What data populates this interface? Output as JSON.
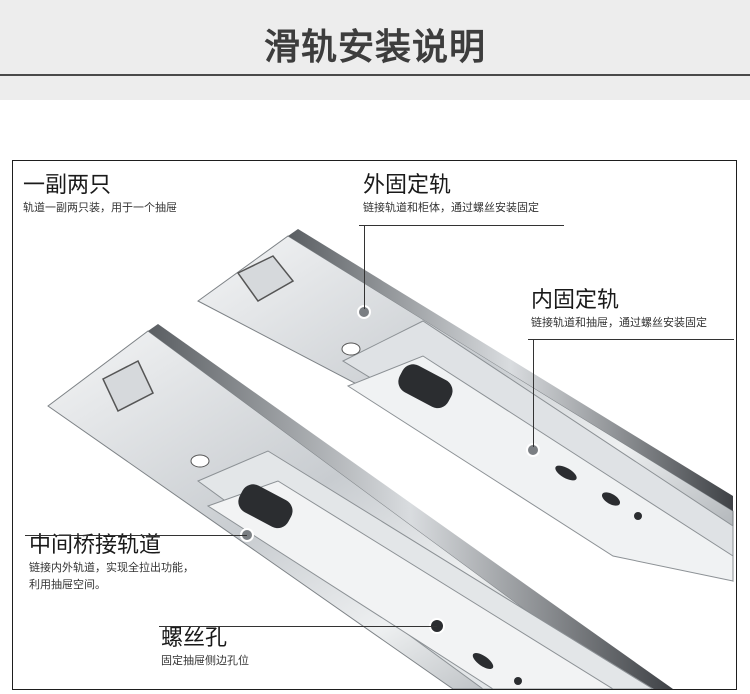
{
  "header": {
    "title": "滑轨安装说明"
  },
  "labels": {
    "pair": {
      "title": "一副两只",
      "desc": "轨道一副两只装，用于一个抽屉"
    },
    "outer": {
      "title": "外固定轨",
      "desc": "链接轨道和柜体，通过螺丝安装固定"
    },
    "inner": {
      "title": "内固定轨",
      "desc": "链接轨道和抽屉，通过螺丝安装固定"
    },
    "middle": {
      "title": "中间桥接轨道",
      "desc1": "链接内外轨道，实现全拉出功能，",
      "desc2": "利用抽屉空间。"
    },
    "screw": {
      "title": "螺丝孔",
      "desc": "固定抽屉侧边孔位"
    }
  },
  "colors": {
    "header_bg": "#ededed",
    "title": "#3d3d3d",
    "frame": "#1e1e1e",
    "rail": "#c9cdd2"
  }
}
